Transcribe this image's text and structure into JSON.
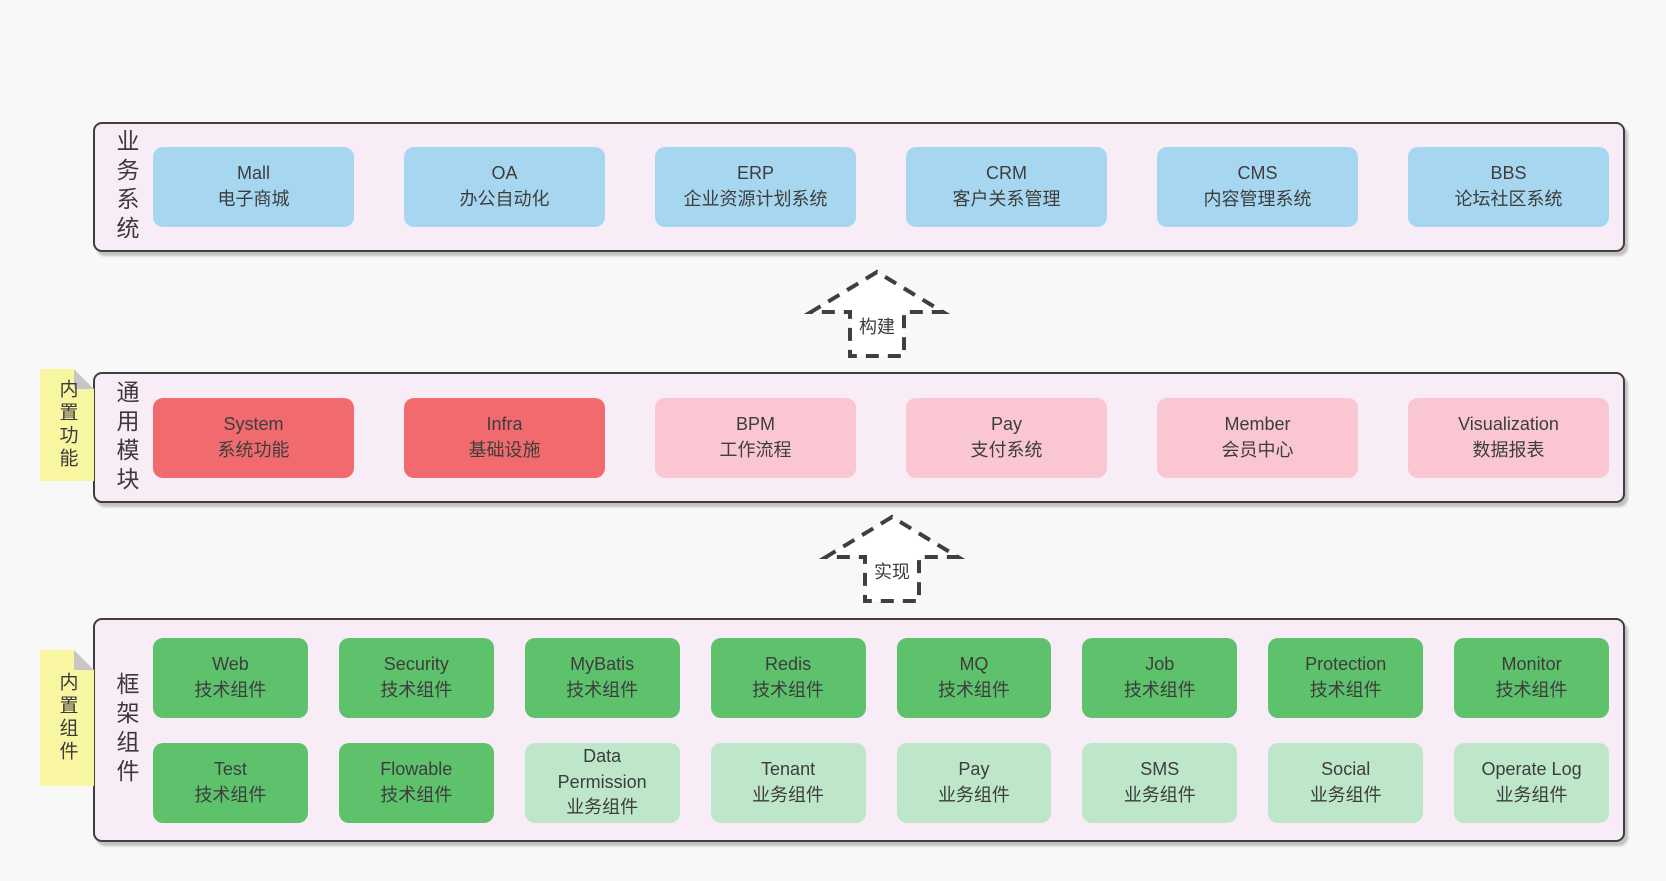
{
  "colors": {
    "page_bg": "#f8f8f8",
    "layer_bg": "#f8edf6",
    "layer_border": "#3f3f3f",
    "blue": "#a7d7f0",
    "red": "#f16a6d",
    "pink": "#f9c6d1",
    "green": "#5ec16c",
    "lightgreen": "#bee6c8",
    "sticky_yellow": "#f9f6a1",
    "sticky_fold": "#c6c6c6",
    "text": "#3d3d3d"
  },
  "arrows": [
    {
      "label": "构建"
    },
    {
      "label": "实现"
    }
  ],
  "layers": [
    {
      "name": "business-systems",
      "side_label": "业务系统",
      "rows": [
        [
          {
            "title": "Mall",
            "subtitle": "电子商城",
            "color": "blue"
          },
          {
            "title": "OA",
            "subtitle": "办公自动化",
            "color": "blue"
          },
          {
            "title": "ERP",
            "subtitle": "企业资源计划系统",
            "color": "blue"
          },
          {
            "title": "CRM",
            "subtitle": "客户关系管理",
            "color": "blue"
          },
          {
            "title": "CMS",
            "subtitle": "内容管理系统",
            "color": "blue"
          },
          {
            "title": "BBS",
            "subtitle": "论坛社区系统",
            "color": "blue"
          }
        ]
      ]
    },
    {
      "name": "common-modules",
      "side_label": "通用模块",
      "sticky_note": "内置功能",
      "rows": [
        [
          {
            "title": "System",
            "subtitle": "系统功能",
            "color": "red"
          },
          {
            "title": "Infra",
            "subtitle": "基础设施",
            "color": "red"
          },
          {
            "title": "BPM",
            "subtitle": "工作流程",
            "color": "pink"
          },
          {
            "title": "Pay",
            "subtitle": "支付系统",
            "color": "pink"
          },
          {
            "title": "Member",
            "subtitle": "会员中心",
            "color": "pink"
          },
          {
            "title": "Visualization",
            "subtitle": "数据报表",
            "color": "pink"
          }
        ]
      ]
    },
    {
      "name": "framework-components",
      "side_label": "框架组件",
      "sticky_note": "内置组件",
      "rows": [
        [
          {
            "title": "Web",
            "subtitle": "技术组件",
            "color": "green"
          },
          {
            "title": "Security",
            "subtitle": "技术组件",
            "color": "green"
          },
          {
            "title": "MyBatis",
            "subtitle": "技术组件",
            "color": "green"
          },
          {
            "title": "Redis",
            "subtitle": "技术组件",
            "color": "green"
          },
          {
            "title": "MQ",
            "subtitle": "技术组件",
            "color": "green"
          },
          {
            "title": "Job",
            "subtitle": "技术组件",
            "color": "green"
          },
          {
            "title": "Protection",
            "subtitle": "技术组件",
            "color": "green"
          },
          {
            "title": "Monitor",
            "subtitle": "技术组件",
            "color": "green"
          }
        ],
        [
          {
            "title": "Test",
            "subtitle": "技术组件",
            "color": "green"
          },
          {
            "title": "Flowable",
            "subtitle": "技术组件",
            "color": "green"
          },
          {
            "title": "Data Permission",
            "subtitle": "业务组件",
            "color": "lightgreen"
          },
          {
            "title": "Tenant",
            "subtitle": "业务组件",
            "color": "lightgreen"
          },
          {
            "title": "Pay",
            "subtitle": "业务组件",
            "color": "lightgreen"
          },
          {
            "title": "SMS",
            "subtitle": "业务组件",
            "color": "lightgreen"
          },
          {
            "title": "Social",
            "subtitle": "业务组件",
            "color": "lightgreen"
          },
          {
            "title": "Operate Log",
            "subtitle": "业务组件",
            "color": "lightgreen"
          }
        ]
      ]
    }
  ]
}
